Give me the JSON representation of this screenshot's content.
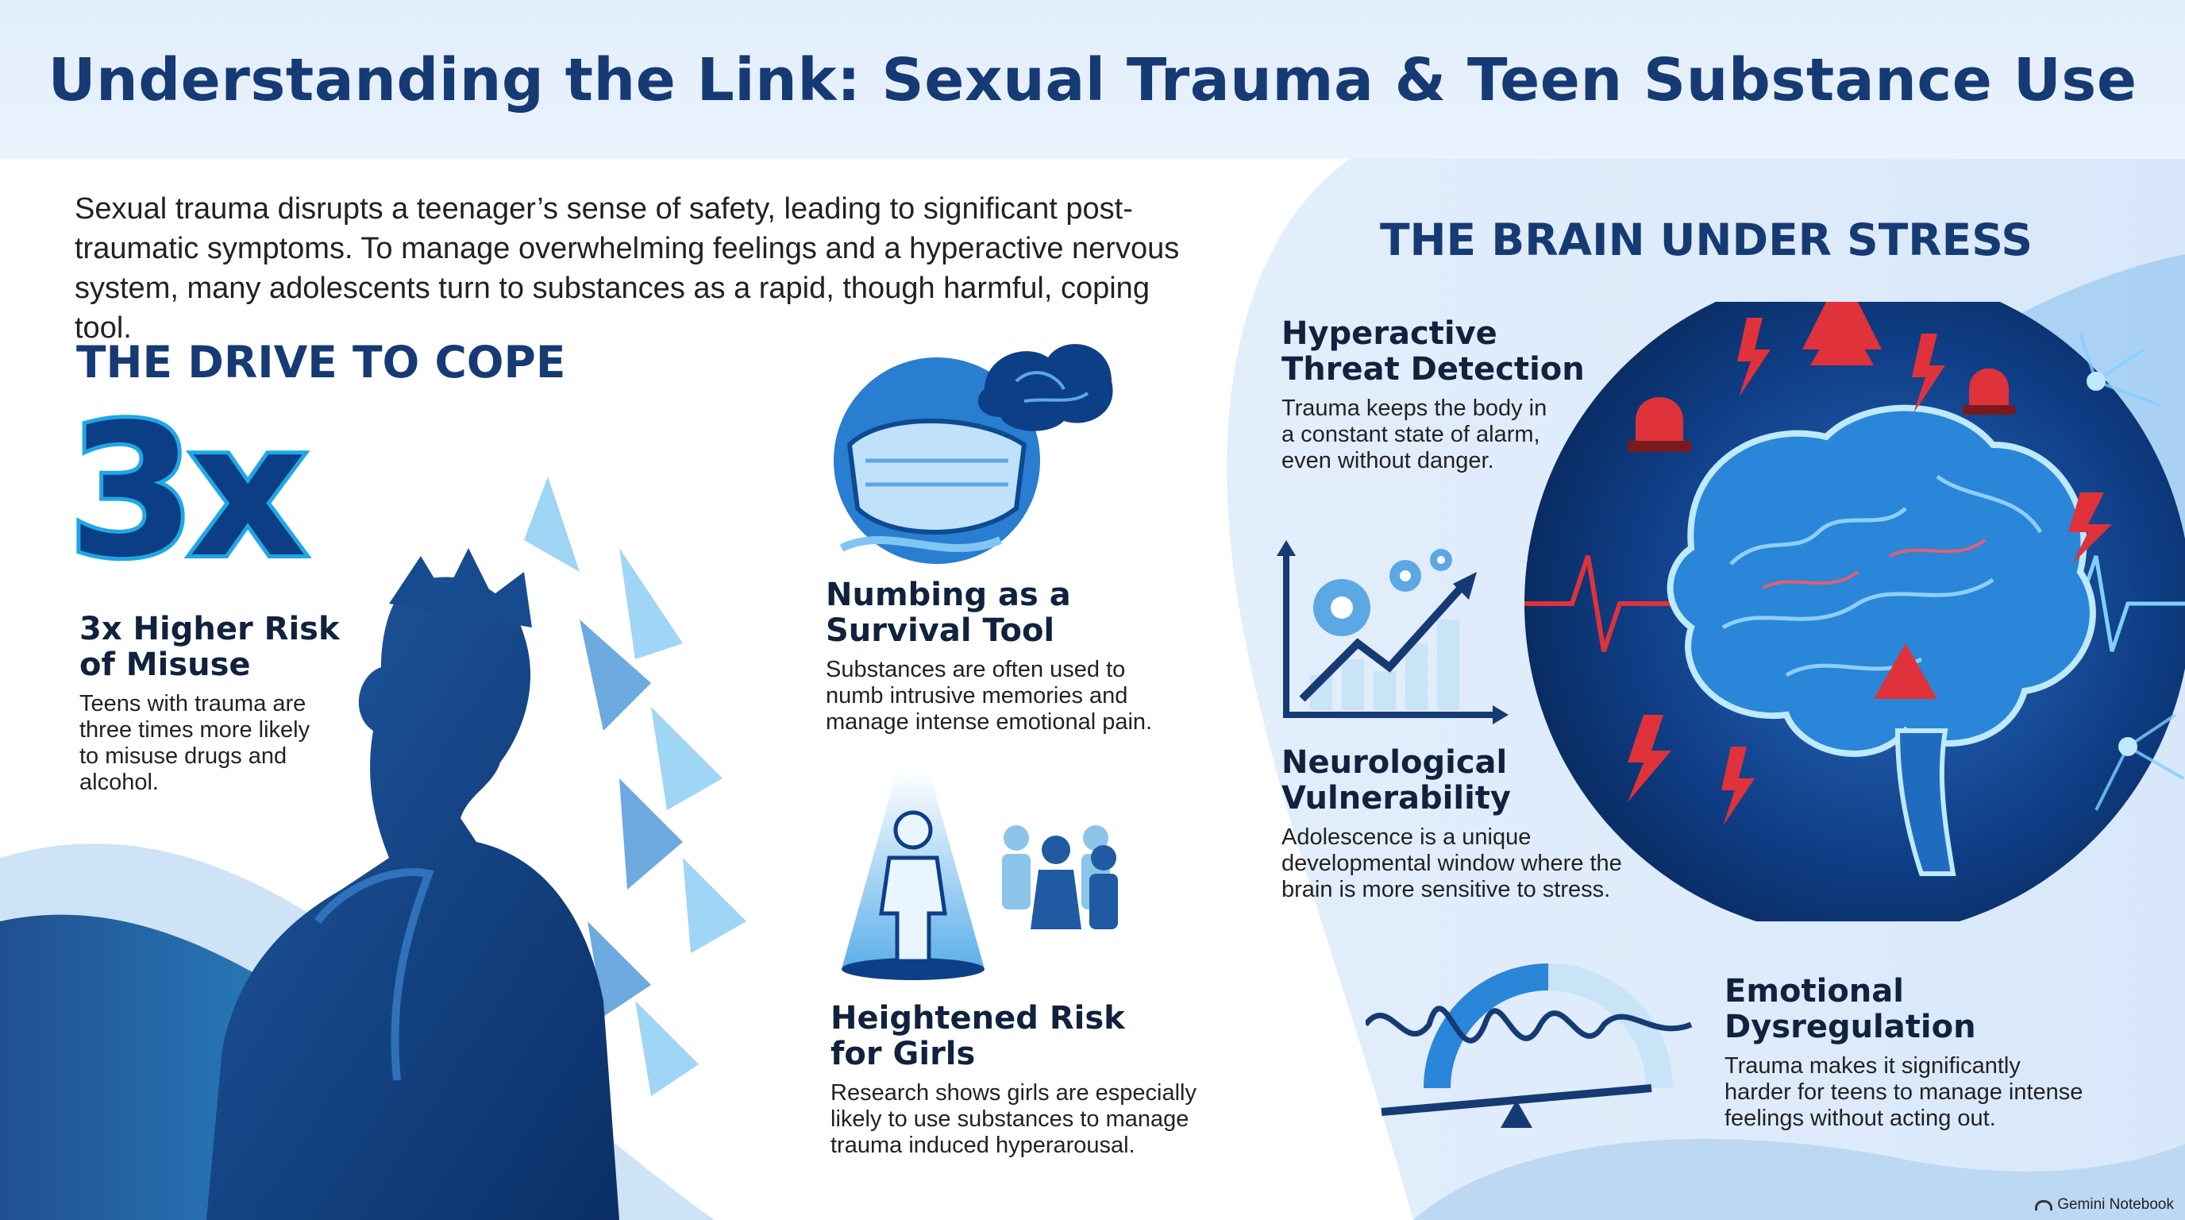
{
  "title": "Understanding the Link: Sexual Trauma & Teen Substance Use",
  "intro": "Sexual trauma disrupts a teenager’s sense of safety, leading to significant post-traumatic symptoms. To manage overwhelming feelings and a hyperactive nervous system, many adolescents turn to substances as a rapid, though harmful, coping tool.",
  "left_section": {
    "heading": "THE DRIVE TO COPE",
    "stat": {
      "big": "3x",
      "title": "3x Higher Risk\nof Misuse",
      "desc": "Teens with trauma are\nthree times more likely\nto misuse drugs and\nalcohol."
    },
    "cards": [
      {
        "title": "Numbing as a\nSurvival Tool",
        "desc": "Substances are often used to\nnumb intrusive memories and\nmanage intense emotional pain.",
        "icon": "mask-brain-icon"
      },
      {
        "title": "Heightened Risk\nfor Girls",
        "desc": "Research shows girls are especially\nlikely to use substances to manage\ntrauma induced hyperarousal.",
        "icon": "girl-spotlight-icon"
      }
    ]
  },
  "right_section": {
    "heading": "THE BRAIN UNDER STRESS",
    "cards": [
      {
        "title": "Hyperactive\nThreat Detection",
        "desc": "Trauma keeps the body in\na constant state of alarm,\neven without danger."
      },
      {
        "title": "Neurological\nVulnerability",
        "desc": "Adolescence is a unique\ndevelopmental window where the\nbrain is more sensitive to stress.",
        "icon": "gear-growth-chart-icon"
      },
      {
        "title": "Emotional\nDysregulation",
        "desc": "Trauma makes it significantly\nharder for teens to manage intense\nfeelings without acting out.",
        "icon": "wave-seesaw-icon"
      }
    ]
  },
  "footer": {
    "brand": "Gemini Notebook"
  },
  "colors": {
    "title": "#163a74",
    "accent_blue": "#1fa7e6",
    "dark_blue": "#0c3e85",
    "alert_red": "#e0323a"
  }
}
